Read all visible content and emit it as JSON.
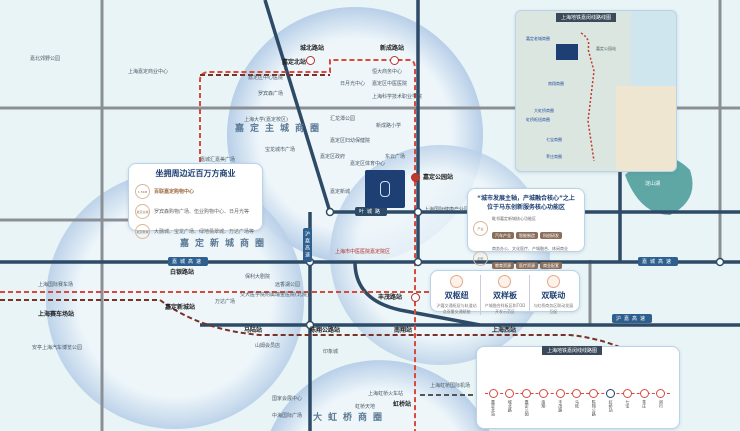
{
  "districts": {
    "jiading_main": "嘉定主城商圈",
    "jiading_new": "嘉定新城商圈",
    "hongqiao": "大虹桥商圈"
  },
  "roads": {
    "expressway_h": "嘉城高速",
    "expressway_h2": "嘉城高速",
    "yecheng": "叶城路",
    "hujia": "沪嘉高速",
    "hujia_right": "沪嘉高速"
  },
  "stations": {
    "chengbei": "城北路站",
    "xincheng": "新成路站",
    "jiadingbei": "嘉定北站",
    "jiadinggongyuan": "嘉定公园站",
    "baiyin": "白银路站",
    "jiadingxincheng": "嘉定新城站",
    "malu": "马陆站",
    "chenxiang": "陈翔公路站",
    "nanxiang": "南翔站",
    "fengmao": "丰茂路站",
    "shanghaixi": "上海西站",
    "hongqiao": "虹桥站",
    "saichechang": "上海赛车场站"
  },
  "pois": [
    "嘉北郊野公园",
    "上海嘉定商业中心",
    "嘉定区中心医院",
    "罗宾森广场",
    "日月光中心",
    "恒大商务中心",
    "嘉定区中医医院",
    "上海科学技术职业学院",
    "上海大学(嘉定校区)",
    "汇龙潭公园",
    "新成路小学",
    "嘉定区妇幼保健院",
    "嘉定区政府",
    "嘉定区体育中心",
    "东云广场",
    "嘉城汇嘉美广场",
    "宝龙城市广场",
    "保利大剧院",
    "远香湖公园",
    "万达广场",
    "交大医学院附属瑞金医院(北院)",
    "上海国际赛车场",
    "安亭上海汽车博览公园",
    "上海国际健康产业园",
    "上海市中医医院嘉定院区",
    "国家会展中心",
    "上海虹桥火车站",
    "上海虹桥国际机场",
    "虹桥天地",
    "中海国际广场",
    "山姆会员店",
    "印象城",
    "嘉定新城"
  ],
  "commerce_card": {
    "title": "坐拥周边近百万方商业",
    "rows": [
      {
        "badge": "1.5KM",
        "text": "百联嘉定购物中心"
      },
      {
        "badge": "嘉定主城",
        "text": "罗宾森购物广场、伍业购物中心、日月光等"
      },
      {
        "badge": "嘉定新城",
        "text": "大融城、宝龙广场、绿地翡翠城、万达广场等"
      }
    ]
  },
  "core_card": {
    "title1": "“城市发展主轴，产城融合核心”之上",
    "title2": "位于马东创新服务核心功能区",
    "rows": [
      {
        "badge": "产业",
        "text": "毗邻嘉定新城核心功能区",
        "tags": [
          "汽车产业",
          "智能制造",
          "科创研发"
        ]
      },
      {
        "badge": "配套",
        "text": "商务办公、文化医疗、产城融合、休闲商业",
        "tags": [
          "教育资源",
          "医疗资源",
          "商业配套"
        ]
      }
    ]
  },
  "three_card": [
    {
      "title": "双枢纽",
      "desc": "沪嘉交通枢纽与轨道站点双重交通赋能"
    },
    {
      "title": "双样板",
      "desc": "产城融合样板区和TOD开发示范区"
    },
    {
      "title": "双联动",
      "desc": "与虹桥商务区联动发展互促"
    }
  ],
  "inset_map": {
    "title": "上海地铁嘉闵线路线图",
    "labels": [
      "嘉定老城商圈",
      "嘉定公园站",
      "南翔商圈",
      "大虹桥商圈",
      "虹桥枢纽商圈",
      "七宝商圈",
      "莘庄商圈"
    ],
    "lake": "淀山湖"
  },
  "line_diagram": {
    "title": "上海地铁嘉闵线线路图",
    "stations": [
      "嘉定北站",
      "城北路",
      "嘉定公园",
      "南翔",
      "丰茂路",
      "马陆",
      "陈翔公路",
      "虹桥站",
      "七宝",
      "莘庄",
      "闵行"
    ]
  },
  "colors": {
    "accent": "#1d3f73",
    "metro": "#c0392b",
    "road": "#2f5f8e"
  }
}
